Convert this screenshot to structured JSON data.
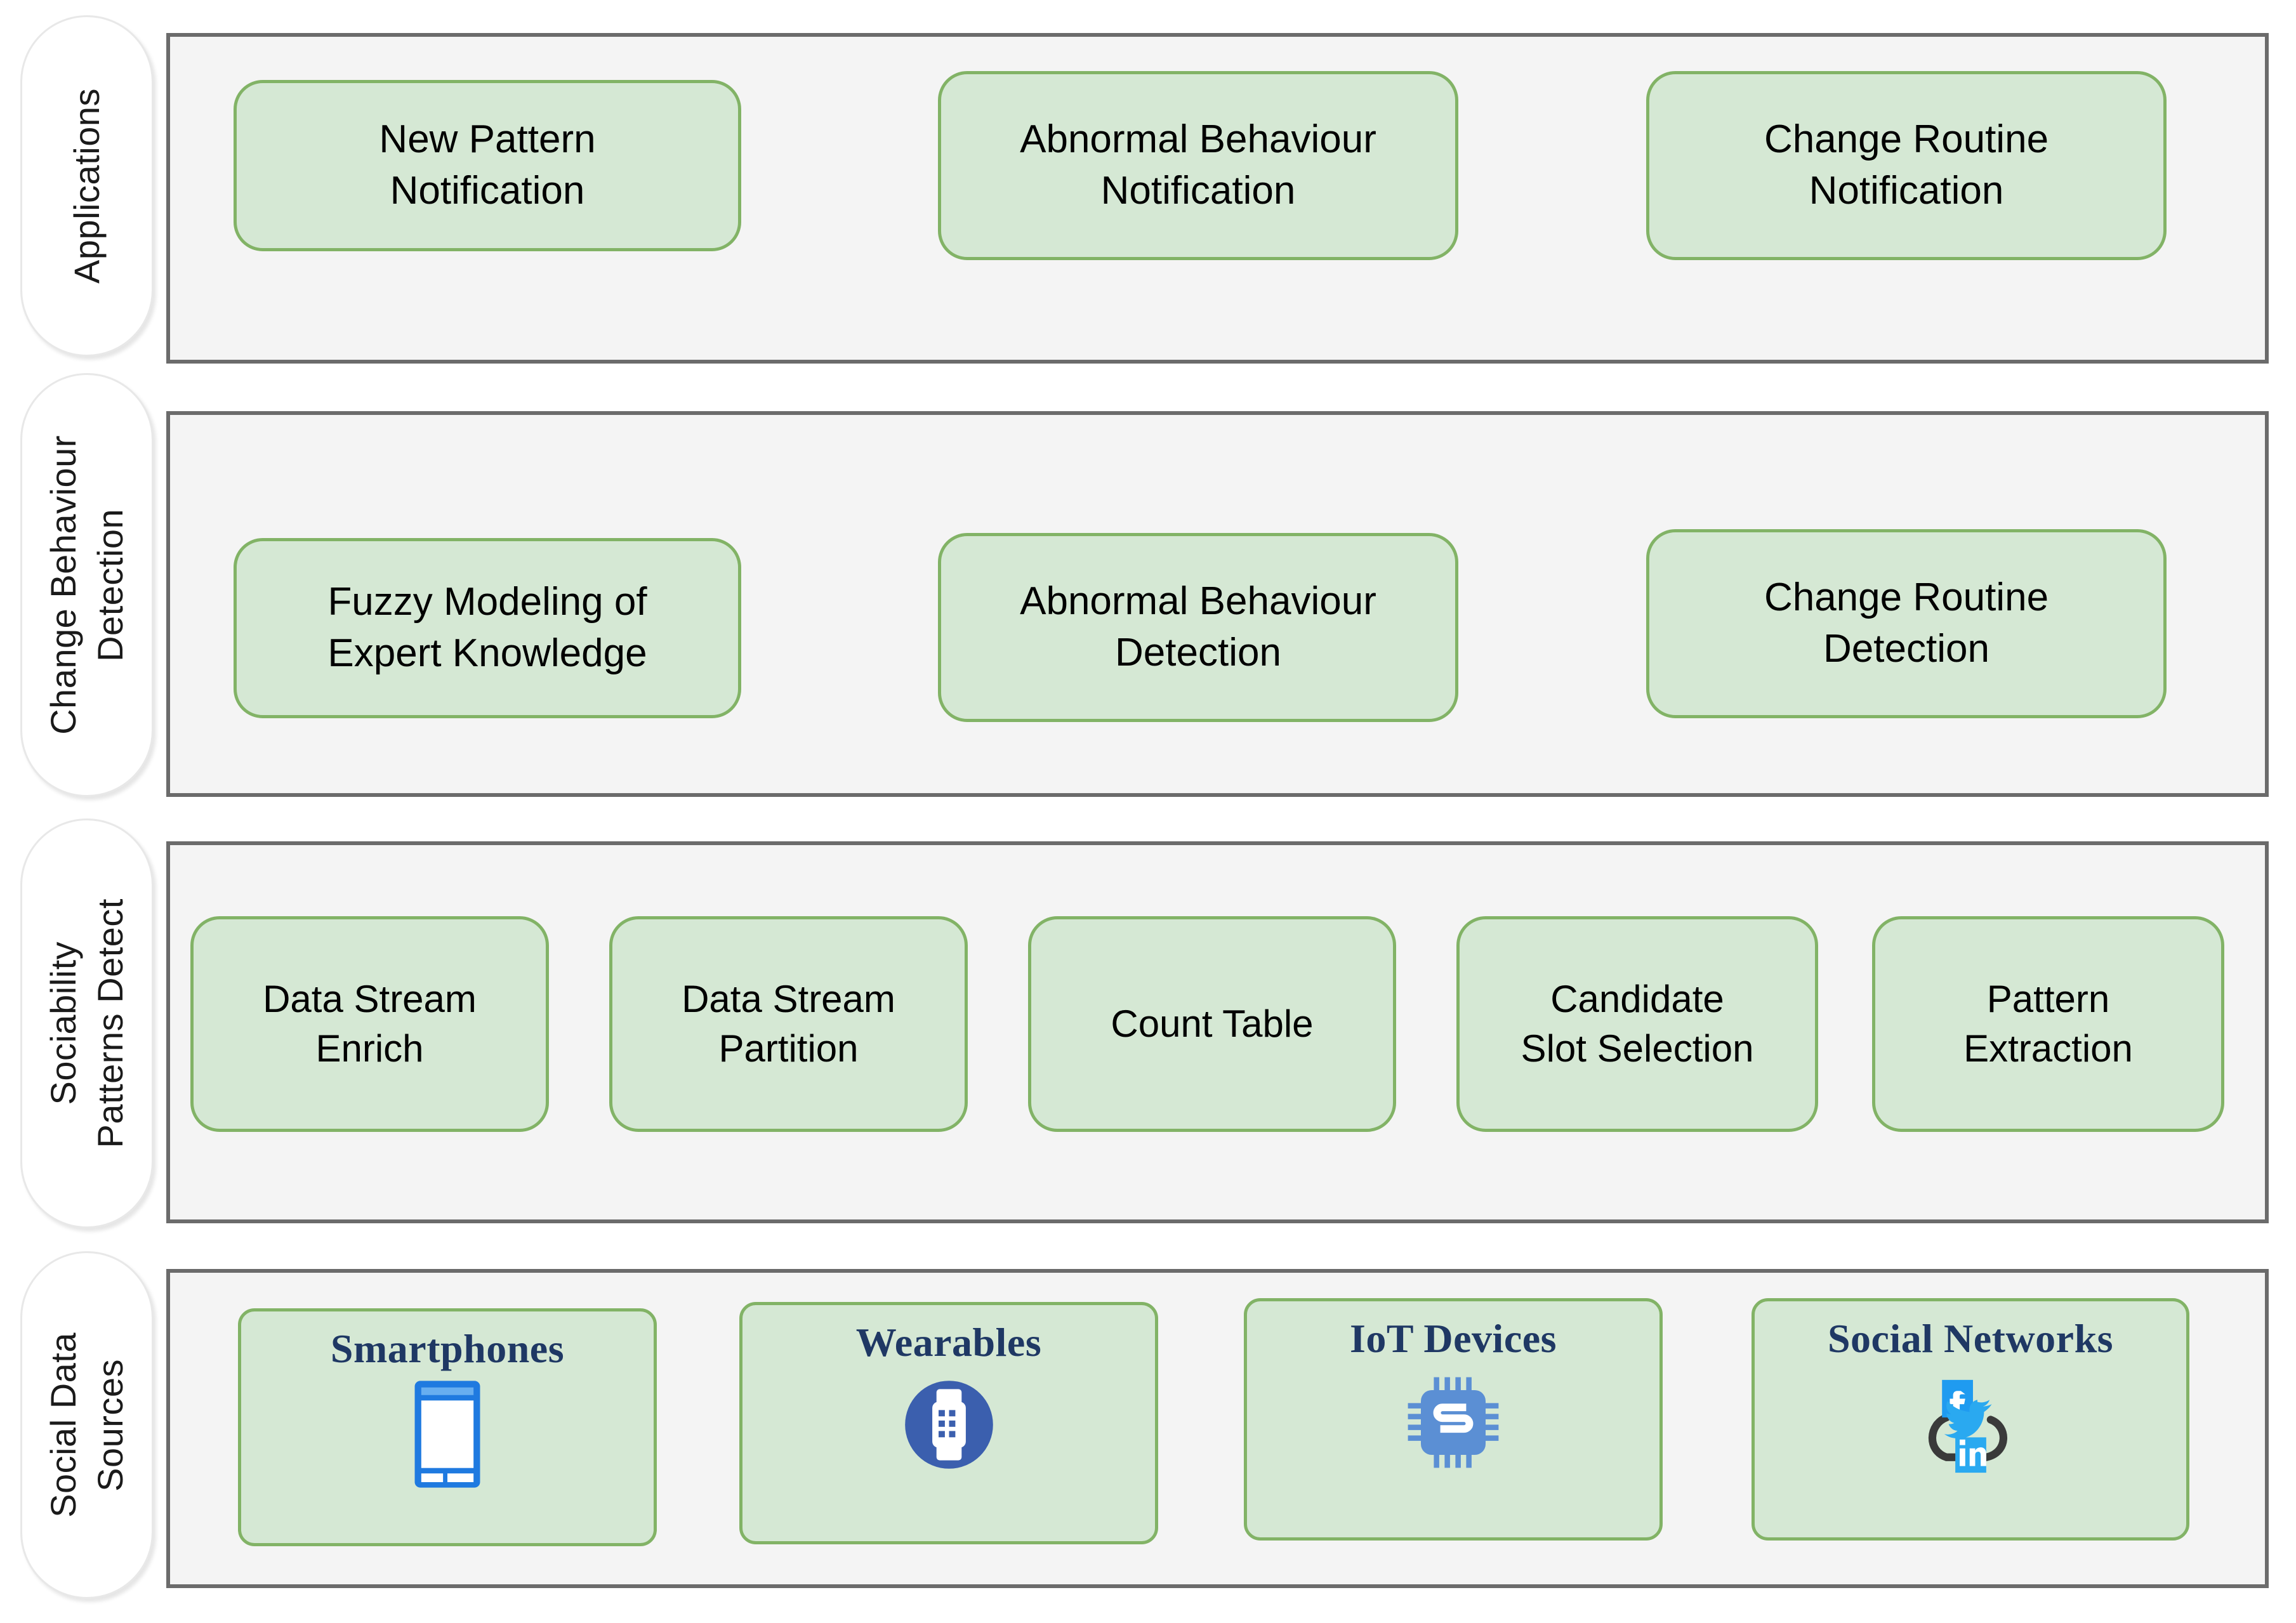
{
  "diagram": {
    "title": "Sociability pattern / change behaviour detection layered architecture",
    "colors": {
      "panel_fill": "#f4f4f4",
      "panel_border": "#6b6b6b",
      "node_fill": "#d5e8d4",
      "node_border": "#82b366",
      "label_pill_fill": "#ffffff",
      "source_title": "#1f3864",
      "icon_blue": "#1f7ae0",
      "icon_blue_dark": "#3b5fae",
      "icon_chip_blue": "#5b8fd4",
      "facebook_blue": "#1f9bf0",
      "twitter_blue": "#2aa9f0",
      "linkedin_blue": "#2aa9f0",
      "link_ring": "#3a3a3a"
    },
    "layers": [
      {
        "id": "applications",
        "label": "Applications",
        "nodes": [
          {
            "label": "New Pattern\nNotification"
          },
          {
            "label": "Abnormal Behaviour\nNotification"
          },
          {
            "label": "Change Routine\nNotification"
          }
        ]
      },
      {
        "id": "change-behaviour-detection",
        "label": "Change Behaviour\nDetection",
        "nodes": [
          {
            "label": "Fuzzy Modeling of\nExpert Knowledge"
          },
          {
            "label": "Abnormal Behaviour\nDetection"
          },
          {
            "label": "Change Routine\nDetection"
          }
        ]
      },
      {
        "id": "sociability-patterns-detect",
        "label": "Sociability\nPatterns Detect",
        "nodes": [
          {
            "label": "Data Stream\nEnrich"
          },
          {
            "label": "Data Stream\nPartition"
          },
          {
            "label": "Count Table"
          },
          {
            "label": "Candidate\nSlot Selection"
          },
          {
            "label": "Pattern\nExtraction"
          }
        ]
      },
      {
        "id": "social-data-sources",
        "label": "Social Data\nSources",
        "sources": [
          {
            "title": "Smartphones",
            "icon": "smartphone-icon"
          },
          {
            "title": "Wearables",
            "icon": "smartwatch-icon"
          },
          {
            "title": "IoT Devices",
            "icon": "cpu-chip-icon"
          },
          {
            "title": "Social Networks",
            "icon": "social-network-icon"
          }
        ]
      }
    ]
  }
}
